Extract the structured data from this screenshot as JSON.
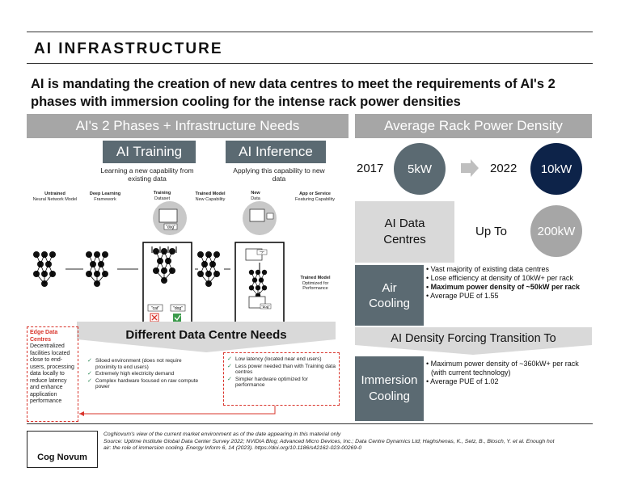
{
  "header": {
    "title": "AI INFRASTRUCTURE",
    "headline": "AI is mandating the creation of new data centres to meet the requirements of AI's 2 phases with immersion cooling for the intense rack power densities"
  },
  "left": {
    "banner": "AI's 2 Phases + Infrastructure Needs",
    "training": {
      "title": "AI Training",
      "desc": "Learning a new capability from existing data",
      "labels": {
        "untrained_bold": "Untrained",
        "untrained": "Neural Network Model",
        "framework_bold": "Deep Learning",
        "framework": "Framework",
        "dataset_bold": "Training",
        "dataset": "Dataset",
        "trained_bold": "Trained Model",
        "trained": "New Capability"
      },
      "tags": {
        "dog": "\"dog\"",
        "cat": "\"cat\""
      }
    },
    "inference": {
      "title": "AI Inference",
      "desc": "Applying this capability to new data",
      "labels": {
        "newdata_bold": "New",
        "newdata": "Data",
        "app_bold": "App or Service",
        "app": "Featuring Capability",
        "optimized_bold": "Trained Model",
        "optimized": "Optimized for Performance"
      },
      "tags": {
        "unknown": "\"?\"",
        "dog": "\"dog\""
      }
    },
    "needs_banner": "Different Data Centre Needs",
    "edge": {
      "title": "Edge Data Centres",
      "text": "Decentralized facilities located close to end-users, processing data locally to reduce latency and enhance application performance"
    },
    "training_needs": [
      "Siloed environment (does not require proximity to end users)",
      "Extremely high electricity demand",
      "Complex hardware focused on raw compute power"
    ],
    "inference_needs": [
      "Low latency (located near end users)",
      "Less power needed than with Training data centres",
      "Simpler hardware optimized for performance"
    ]
  },
  "right": {
    "banner": "Average Rack Power Density",
    "year_a": "2017",
    "value_a": "5kW",
    "year_b": "2022",
    "value_b": "10kW",
    "ai_dc": "AI Data Centres",
    "up_to": "Up To",
    "value_c": "200kW",
    "air": {
      "label": "Air Cooling",
      "bullets": [
        "Vast majority of existing data centres",
        "Lose efficiency at density of 10kW+ per rack",
        "Maximum power density of ~50kW per rack",
        "Average PUE of 1.55"
      ]
    },
    "transition_banner": "AI Density Forcing Transition To",
    "immersion": {
      "label": "Immersion Cooling",
      "bullets": [
        "Maximum power density of ~360kW+ per rack (with current technology)",
        "Average PUE of 1.02"
      ]
    }
  },
  "footer": {
    "logo": "Cog Novum",
    "note": "CogNovum's view of the current market environment as of the date appearing in this material only",
    "source": "Source: Uptime Institute Global Data Center Survey 2022; NVIDIA Blog; Advanced Micro Devices, Inc.; Data Centre Dynamics Ltd; Haghshenas, K., Setz, B., Blosch, Y. et al. Enough hot air: the role of immersion cooling. Energy Inform 6, 14 (2023). https://doi.org/10.1186/s42162-023-00269-0"
  },
  "colors": {
    "banner_grey": "#a6a6a6",
    "slate": "#5b6a72",
    "navy": "#0d2349",
    "light_grey": "#d9d9d9",
    "edge_red": "#d9342b"
  }
}
